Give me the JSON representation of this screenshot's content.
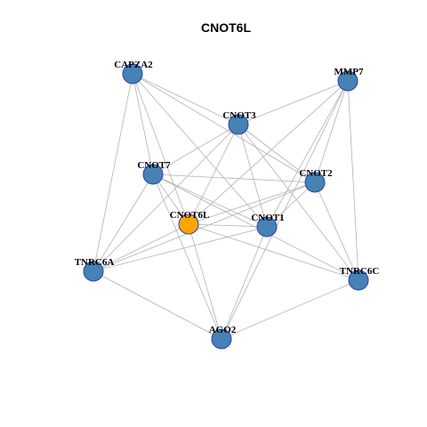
{
  "title": "CNOT6L",
  "colors": {
    "node_default": "#4682b4",
    "node_highlight": "#ffa500",
    "node_border": "#2a3fb8",
    "edge": "#b3b3b3"
  },
  "nodes": [
    {
      "id": "CAPZA2",
      "label": "CAPZA2",
      "highlight": false
    },
    {
      "id": "MMP7",
      "label": "MMP7",
      "highlight": false
    },
    {
      "id": "CNOT3",
      "label": "CNOT3",
      "highlight": false
    },
    {
      "id": "CNOT7",
      "label": "CNOT7",
      "highlight": false
    },
    {
      "id": "CNOT2",
      "label": "CNOT2",
      "highlight": false
    },
    {
      "id": "CNOT6L",
      "label": "CNOT6L",
      "highlight": true
    },
    {
      "id": "CNOT1",
      "label": "CNOT1",
      "highlight": false
    },
    {
      "id": "TNRC6A",
      "label": "TNRC6A",
      "highlight": false
    },
    {
      "id": "TNRC6C",
      "label": "TNRC6C",
      "highlight": false
    },
    {
      "id": "AGO2",
      "label": "AGO2",
      "highlight": false
    }
  ],
  "edges": [
    [
      "CAPZA2",
      "CNOT3"
    ],
    [
      "CAPZA2",
      "CNOT7"
    ],
    [
      "CAPZA2",
      "CNOT2"
    ],
    [
      "CAPZA2",
      "CNOT6L"
    ],
    [
      "CAPZA2",
      "CNOT1"
    ],
    [
      "CAPZA2",
      "TNRC6A"
    ],
    [
      "MMP7",
      "CNOT3"
    ],
    [
      "MMP7",
      "CNOT2"
    ],
    [
      "MMP7",
      "CNOT6L"
    ],
    [
      "MMP7",
      "CNOT1"
    ],
    [
      "MMP7",
      "TNRC6C"
    ],
    [
      "MMP7",
      "AGO2"
    ],
    [
      "CNOT3",
      "CNOT7"
    ],
    [
      "CNOT3",
      "CNOT2"
    ],
    [
      "CNOT3",
      "CNOT6L"
    ],
    [
      "CNOT3",
      "CNOT1"
    ],
    [
      "CNOT3",
      "TNRC6A"
    ],
    [
      "CNOT3",
      "TNRC6C"
    ],
    [
      "CNOT7",
      "CNOT2"
    ],
    [
      "CNOT7",
      "CNOT6L"
    ],
    [
      "CNOT7",
      "CNOT1"
    ],
    [
      "CNOT7",
      "TNRC6A"
    ],
    [
      "CNOT7",
      "TNRC6C"
    ],
    [
      "CNOT7",
      "AGO2"
    ],
    [
      "CNOT2",
      "CNOT6L"
    ],
    [
      "CNOT2",
      "CNOT1"
    ],
    [
      "CNOT2",
      "TNRC6A"
    ],
    [
      "CNOT2",
      "TNRC6C"
    ],
    [
      "CNOT6L",
      "CNOT1"
    ],
    [
      "CNOT6L",
      "TNRC6A"
    ],
    [
      "CNOT6L",
      "TNRC6C"
    ],
    [
      "CNOT6L",
      "AGO2"
    ],
    [
      "CNOT1",
      "TNRC6A"
    ],
    [
      "CNOT1",
      "AGO2"
    ],
    [
      "TNRC6A",
      "AGO2"
    ],
    [
      "TNRC6C",
      "AGO2"
    ]
  ]
}
